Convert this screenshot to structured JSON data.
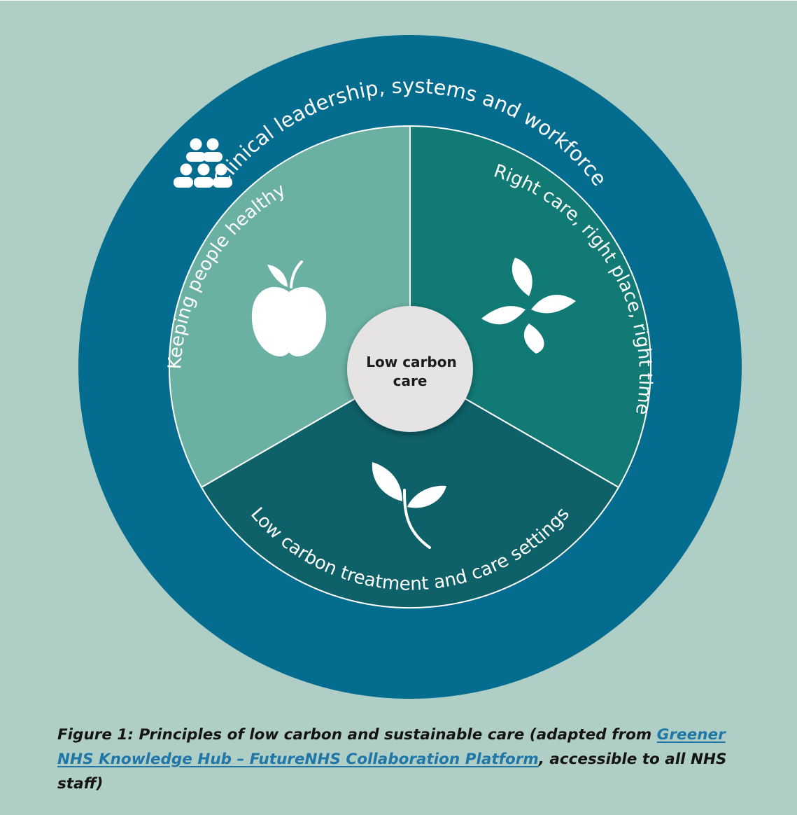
{
  "diagram": {
    "outer_ring_label": "Clinical leadership, systems and workforce",
    "segments": [
      {
        "label": "Keeping people healthy",
        "icon": "apple-icon",
        "color": "#6bb1a3"
      },
      {
        "label": "Right care, right place, right time",
        "icon": "four-petal-flower-icon",
        "color": "#117a75"
      },
      {
        "label": "Low carbon treatment and care settings",
        "icon": "seedling-icon",
        "color": "#0e6069"
      }
    ],
    "center_label_line1": "Low carbon",
    "center_label_line2": "care",
    "ring_icon": "people-group-icon",
    "colors": {
      "background": "#afcfc6",
      "outer_ring": "#046d8f",
      "center": "#e6e3e4",
      "link": "#1f76a7"
    }
  },
  "caption": {
    "prefix": "Figure 1: Principles of low carbon and sustainable care (adapted from ",
    "link_text": "Greener NHS Knowledge Hub – FutureNHS Collaboration Platform",
    "suffix": ", accessible to all NHS staff)"
  }
}
